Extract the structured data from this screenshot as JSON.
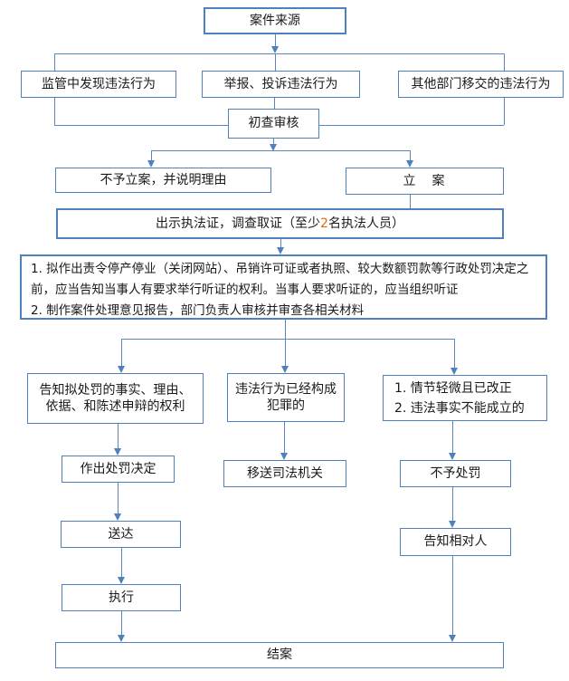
{
  "colors": {
    "box_border": "#4f81bd",
    "connector": "#5b87c0",
    "text": "#1a1a1a",
    "highlight_number": "#e36c09",
    "background": "#ffffff"
  },
  "nodes": {
    "case_source": {
      "label": "案件来源"
    },
    "supervision": {
      "label": "监管中发现违法行为"
    },
    "report": {
      "label": "举报、投诉违法行为"
    },
    "transfer": {
      "label": "其他部门移交的违法行为"
    },
    "initial_review": {
      "label": "初查审核"
    },
    "no_case": {
      "label": "不予立案，并说明理由"
    },
    "file_case": {
      "label": "立　案"
    },
    "evidence": {
      "prefix": "出示执法证，调查取证（至少 ",
      "highlight": "2",
      "suffix": " 名执法人员）"
    },
    "hearing": {
      "item1": "1. 拟作出责令停产停业（关闭网站）、吊销许可证或者执照、较大数额罚款等行政处罚决定之前，应当告知当事人有要求举行听证的权利。当事人要求听证的，应当组织听证",
      "item2": "2. 制作案件处理意见报告，部门负责人审核并审查各相关材料"
    },
    "inform_rights": {
      "label": "告知拟处罚的事实、理由、\n依据、和陈述申辩的权利"
    },
    "crime": {
      "label": "违法行为已经构成\n犯罪的"
    },
    "minor": {
      "line1": "1. 情节轻微且已改正",
      "line2": "2. 违法事实不能成立的"
    },
    "decision": {
      "label": "作出处罚决定"
    },
    "judicial": {
      "label": "移送司法机关"
    },
    "no_punish": {
      "label": "不予处罚"
    },
    "delivery": {
      "label": "送达"
    },
    "inform_party": {
      "label": "告知相对人"
    },
    "execute": {
      "label": "执行"
    },
    "close_case": {
      "label": "结案"
    }
  }
}
